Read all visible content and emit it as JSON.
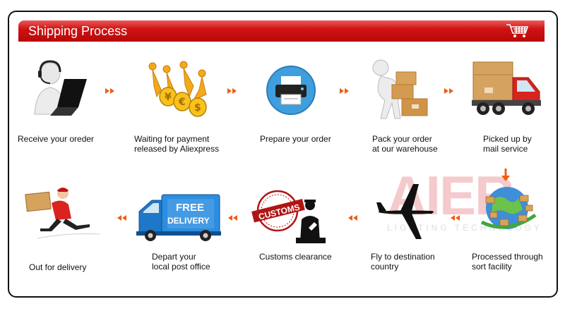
{
  "header": {
    "title": "Shipping Process"
  },
  "watermark": {
    "logo_text": "AIER",
    "sub_text": "LIGHTING TECHNOLOGY"
  },
  "colors": {
    "header_red": "#c8100f",
    "arrow_orange": "#f05a14",
    "truck_red": "#d9231e",
    "van_blue": "#1f77c8"
  },
  "steps": [
    {
      "label": "Receive your oreder",
      "icon": "customer-service-laptop-icon"
    },
    {
      "label": "Waiting for payment\nreleased by Aliexpress",
      "icon": "coins-icon"
    },
    {
      "label": "Prepare your order",
      "icon": "printer-icon"
    },
    {
      "label": "Pack your order\nat our warehouse",
      "icon": "boxes-icon"
    },
    {
      "label": "Picked up by\nmail service",
      "icon": "delivery-truck-icon"
    },
    {
      "label": "Processed through\nsort facility",
      "icon": "globe-parcels-icon"
    },
    {
      "label": "Fly to destination\ncountry",
      "icon": "airplane-icon"
    },
    {
      "label": "Customs clearance",
      "icon": "customs-stamp-icon"
    },
    {
      "label": "Depart your\nlocal post office",
      "icon": "free-delivery-van-icon"
    },
    {
      "label": "Out for delivery",
      "icon": "courier-running-icon"
    }
  ],
  "van": {
    "text_line1": "FREE",
    "text_line2": "DELIVERY"
  },
  "stamp": {
    "text": "CUSTOMS"
  }
}
